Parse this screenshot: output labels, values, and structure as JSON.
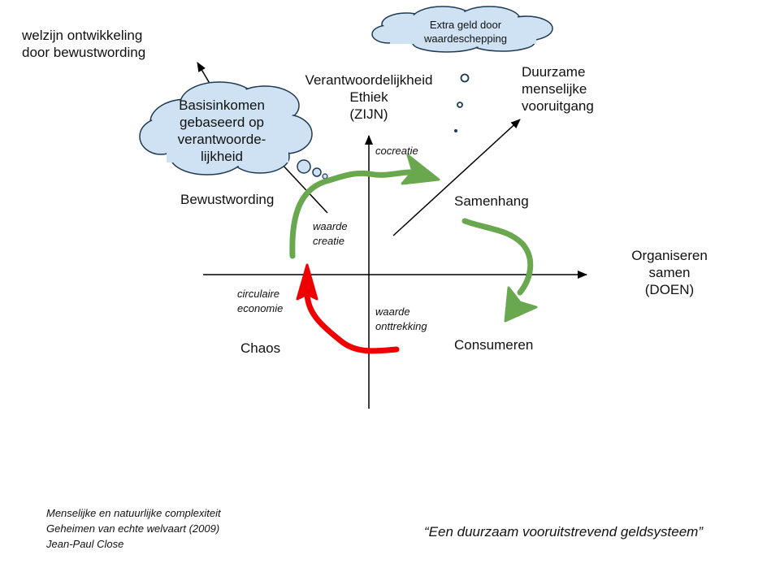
{
  "colors": {
    "green": "#6aa84f",
    "red": "#ee0000",
    "cloud_fill": "#cfe2f3",
    "line": "#000000"
  },
  "labels": {
    "welzijn": "welzijn ontwikkeling\ndoor bewustwording",
    "verantwoordelijkheid": "Verantwoordelijkheid\nEthiek\n(ZIJN)",
    "duurzame": "Duurzame\nmenselijke\nvooruitgang",
    "bewustwording": "Bewustwording",
    "samenhang": "Samenhang",
    "organiseren": "Organiseren\nsamen\n(DOEN)",
    "chaos": "Chaos",
    "consumeren": "Consumeren",
    "cocreatie": "cocreatie",
    "waarde_creatie": "waarde\ncreatie",
    "circulaire_economie": "circulaire\neconomie",
    "waarde_onttrekking": "waarde\nonttrekking"
  },
  "clouds": {
    "basisinkomen": "Basisinkomen\ngebaseerd op\nverantwoorde-\nlijkheid",
    "extra_geld": "Extra geld door\nwaardeschepping"
  },
  "footer": {
    "credits": "Menselijke en natuurlijke complexiteit\nGeheimen van echte welvaart (2009)\nJean-Paul Close",
    "quote": "“Een duurzaam vooruitstrevend geldsysteem”"
  }
}
